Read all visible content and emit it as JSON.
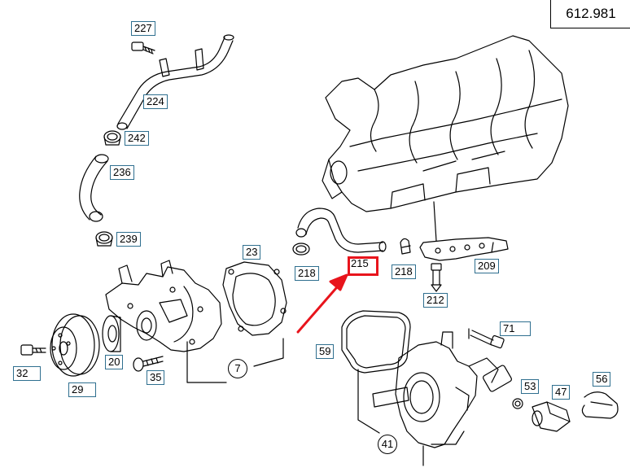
{
  "sheet_number": "612.981",
  "highlight_color": "#e8141c",
  "label_border_color": "#2f6f8f",
  "callouts": [
    {
      "id": "c227",
      "text": "227"
    },
    {
      "id": "c224",
      "text": "224"
    },
    {
      "id": "c242",
      "text": "242"
    },
    {
      "id": "c236",
      "text": "236"
    },
    {
      "id": "c239",
      "text": "239"
    },
    {
      "id": "c23",
      "text": "23"
    },
    {
      "id": "c218a",
      "text": "218"
    },
    {
      "id": "c215",
      "text": "215"
    },
    {
      "id": "c218b",
      "text": "218"
    },
    {
      "id": "c209",
      "text": "209"
    },
    {
      "id": "c212",
      "text": "212"
    },
    {
      "id": "c71",
      "text": "71"
    },
    {
      "id": "c59",
      "text": "59"
    },
    {
      "id": "c32",
      "text": "32"
    },
    {
      "id": "c20",
      "text": "20"
    },
    {
      "id": "c35",
      "text": "35"
    },
    {
      "id": "c7",
      "text": "7"
    },
    {
      "id": "c29",
      "text": "29"
    },
    {
      "id": "c53",
      "text": "53"
    },
    {
      "id": "c47",
      "text": "47"
    },
    {
      "id": "c56",
      "text": "56"
    },
    {
      "id": "c41",
      "text": "41"
    }
  ]
}
